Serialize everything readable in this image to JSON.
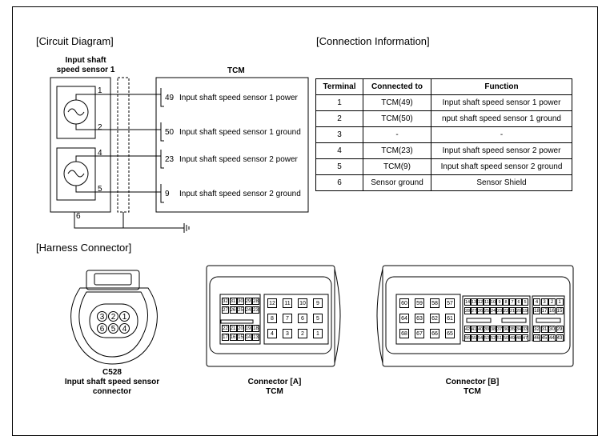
{
  "sections": {
    "circuit_diagram": "[Circuit Diagram]",
    "connection_information": "[Connection Information]",
    "harness_connector": "[Harness Connector]"
  },
  "circuit": {
    "sensor_title_line1": "Input shaft",
    "sensor_title_line2": "speed sensor 1",
    "tcm_title": "TCM",
    "wires": [
      {
        "sensor_pin": "1",
        "tcm_pin": "49",
        "label": "Input shaft speed sensor 1 power"
      },
      {
        "sensor_pin": "2",
        "tcm_pin": "50",
        "label": "Input shaft speed sensor 1 ground"
      },
      {
        "sensor_pin": "4",
        "tcm_pin": "23",
        "label": "Input shaft speed sensor 2 power"
      },
      {
        "sensor_pin": "5",
        "tcm_pin": "9",
        "label": "Input shaft speed sensor 2 ground"
      }
    ],
    "shield_pin": "6"
  },
  "connection_table": {
    "headers": [
      "Terminal",
      "Connected to",
      "Function"
    ],
    "rows": [
      [
        "1",
        "TCM(49)",
        "Input shaft speed sensor 1 power"
      ],
      [
        "2",
        "TCM(50)",
        "nput shaft speed sensor 1 ground"
      ],
      [
        "3",
        "-",
        "-"
      ],
      [
        "4",
        "TCM(23)",
        "Input shaft speed sensor 2 power"
      ],
      [
        "5",
        "TCM(9)",
        "Input shaft speed sensor 2 ground"
      ],
      [
        "6",
        "Sensor ground",
        "Sensor Shield"
      ]
    ]
  },
  "connectors": {
    "c528": {
      "id": "C528",
      "caption_line1": "Input shaft speed sensor",
      "caption_line2": "connector",
      "pins": [
        "3",
        "2",
        "1",
        "6",
        "5",
        "4"
      ]
    },
    "a": {
      "caption_line1": "Connector [A]",
      "caption_line2": "TCM",
      "left_rows": [
        [
          "32",
          "31",
          "30",
          "29",
          "28"
        ],
        [
          "27",
          "26",
          "25",
          "24",
          "23"
        ],
        [
          "22",
          "21",
          "20",
          "19",
          "18"
        ],
        [
          "17",
          "16",
          "15",
          "14",
          "13"
        ]
      ],
      "center_rows": [
        [
          "12",
          "11",
          "10",
          "9"
        ],
        [
          "8",
          "7",
          "6",
          "5"
        ],
        [
          "4",
          "3",
          "2",
          "1"
        ]
      ]
    },
    "b": {
      "caption_line1": "Connector [B]",
      "caption_line2": "TCM",
      "left_rows": [
        [
          "60",
          "59",
          "58",
          "57"
        ],
        [
          "64",
          "63",
          "62",
          "61"
        ],
        [
          "68",
          "67",
          "66",
          "65"
        ]
      ],
      "mid_rows": [
        [
          "14",
          "13",
          "12",
          "11",
          "10",
          "9",
          "8",
          "7",
          "6",
          "5"
        ],
        [
          "28",
          "27",
          "26",
          "25",
          "24",
          "23",
          "22",
          "21",
          "20",
          "19"
        ],
        [
          "42",
          "41",
          "40",
          "39",
          "38",
          "37",
          "36",
          "35",
          "34",
          "33"
        ],
        [
          "56",
          "55",
          "54",
          "53",
          "52",
          "51",
          "50",
          "49",
          "48",
          "47"
        ]
      ],
      "right_rows": [
        [
          "4",
          "3",
          "2",
          "1"
        ],
        [
          "18",
          "17",
          "16",
          "15"
        ],
        [
          "32",
          "31",
          "30",
          "29"
        ],
        [
          "46",
          "45",
          "44",
          "43"
        ]
      ]
    }
  }
}
